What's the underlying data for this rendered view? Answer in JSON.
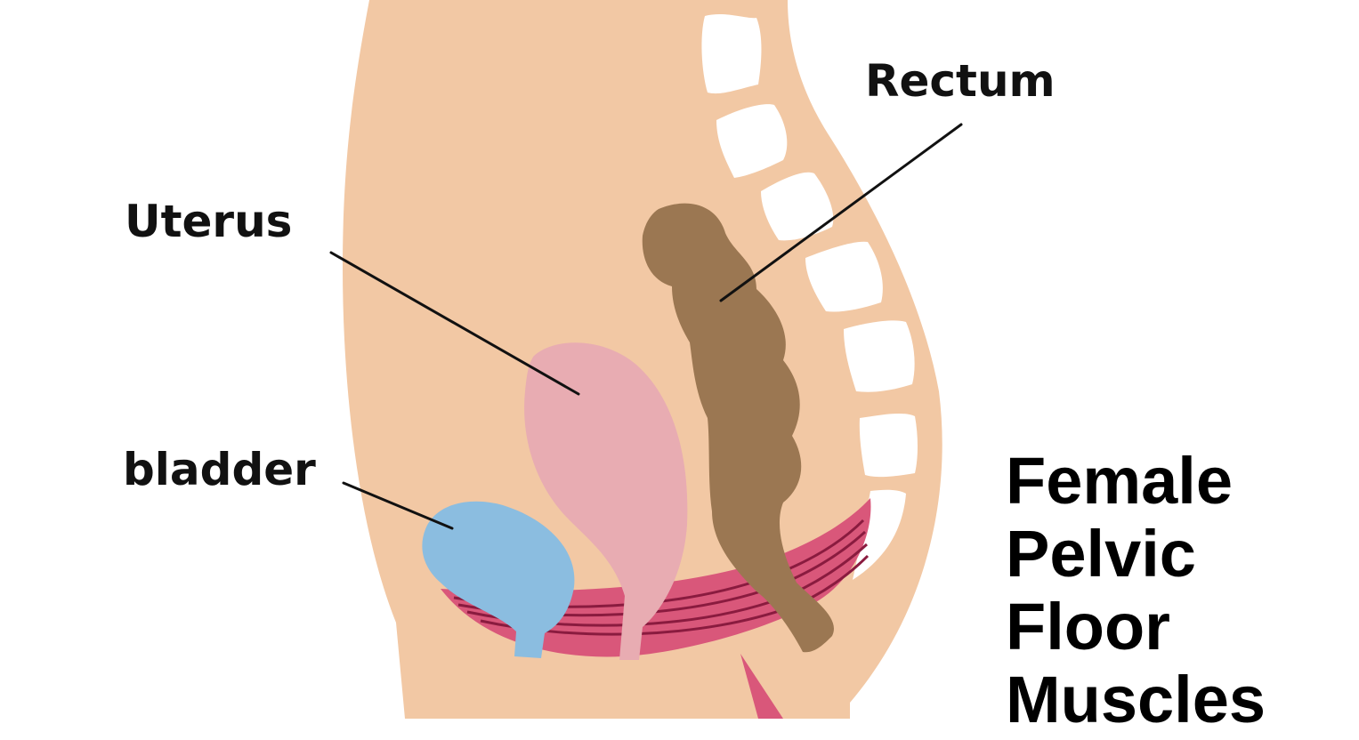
{
  "labels": {
    "rectum": "Rectum",
    "uterus": "Uterus",
    "bladder": "bladder"
  },
  "title": {
    "line1": "Female",
    "line2": "Pelvic",
    "line3": "Floor",
    "line4": "Muscles"
  },
  "colors": {
    "skin": "#F2C8A4",
    "bone": "#FFFFFF",
    "rectum": "#9B7752",
    "uterus": "#E8ACB2",
    "bladder": "#8BBDE0",
    "muscle": "#D9577A",
    "muscle_stripe": "#8A1B3F",
    "leader_line": "#111111"
  }
}
